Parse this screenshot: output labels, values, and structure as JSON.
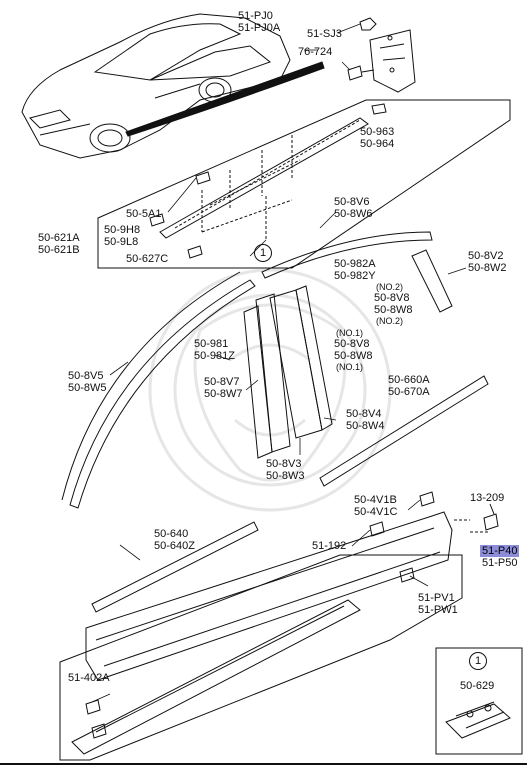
{
  "callouts": {
    "c51_pj0": [
      "51-PJ0",
      "51-PJ0A"
    ],
    "c51_sj3": "51-SJ3",
    "c76_724": "76-724",
    "c50_963": [
      "50-963",
      "50-964"
    ],
    "c50_5a1": "50-5A1",
    "c50_621": [
      "50-621A",
      "50-621B"
    ],
    "c50_9h8": [
      "50-9H8",
      "50-9L8"
    ],
    "c50_627c": "50-627C",
    "c50_8v6": [
      "50-8V6",
      "50-8W6"
    ],
    "c50_982": [
      "50-982A",
      "50-982Y"
    ],
    "c50_8v2": [
      "50-8V2",
      "50-8W2"
    ],
    "no2_top": "(NO.2)",
    "c50_8v8_a": [
      "50-8V8",
      "50-8W8"
    ],
    "no2_bot": "(NO.2)",
    "no1_top": "(NO.1)",
    "c50_8v8_b": [
      "50-8V8",
      "50-8W8"
    ],
    "no1_bot": "(NO.1)",
    "c50_981": [
      "50-981",
      "50-981Z"
    ],
    "c50_8v5": [
      "50-8V5",
      "50-8W5"
    ],
    "c50_8v7": [
      "50-8V7",
      "50-8W7"
    ],
    "c50_660": [
      "50-660A",
      "50-670A"
    ],
    "c50_8v4": [
      "50-8V4",
      "50-8W4"
    ],
    "c50_8v3": [
      "50-8V3",
      "50-8W3"
    ],
    "c50_4v1b": [
      "50-4V1B",
      "50-4V1C"
    ],
    "c13_209": "13-209",
    "c50_640": [
      "50-640",
      "50-640Z"
    ],
    "c51_192": "51-192",
    "c51_p40": "51-P40",
    "c51_p50": "51-P50",
    "c51_pv1": [
      "51-PV1",
      "51-PW1"
    ],
    "c51_402a": "51-402A",
    "c50_629": "50-629"
  },
  "ref_marker": "1",
  "colors": {
    "line": "#111111",
    "highlight": "#8c8cd8",
    "watermark": "#e6e6e6"
  }
}
